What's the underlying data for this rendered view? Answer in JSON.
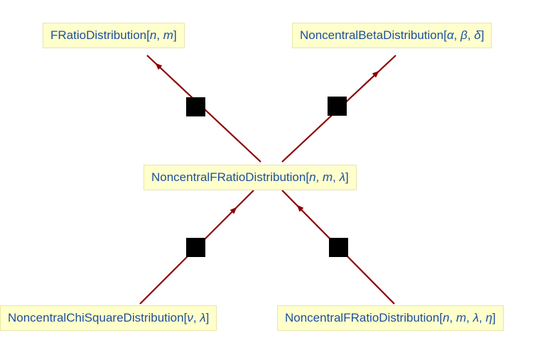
{
  "colors": {
    "edge": "#8b0000",
    "node_fill": "#ffffcc",
    "node_text": "#1d4f9f",
    "marker": "#000000"
  },
  "nodes": {
    "top_left": {
      "name": "FRatioDistribution",
      "open": "[",
      "params": [
        "n",
        "m"
      ],
      "close": "]"
    },
    "top_right": {
      "name": "NoncentralBetaDistribution",
      "open": "[",
      "params": [
        "α",
        "β",
        "δ"
      ],
      "close": "]"
    },
    "center": {
      "name": "NoncentralFRatioDistribution",
      "open": "[",
      "params": [
        "n",
        "m",
        "λ"
      ],
      "close": "]"
    },
    "bottom_left": {
      "name": "NoncentralChiSquareDistribution",
      "open": "[",
      "params": [
        "ν",
        "λ"
      ],
      "close": "]"
    },
    "bottom_right": {
      "name": "NoncentralFRatioDistribution",
      "open": "[",
      "params": [
        "n",
        "m",
        "λ",
        "η"
      ],
      "close": "]"
    }
  },
  "edges": [
    {
      "from": "center",
      "to": "top_left"
    },
    {
      "from": "center",
      "to": "top_right"
    },
    {
      "from": "bottom_left",
      "to": "center"
    },
    {
      "from": "bottom_right",
      "to": "center"
    }
  ]
}
